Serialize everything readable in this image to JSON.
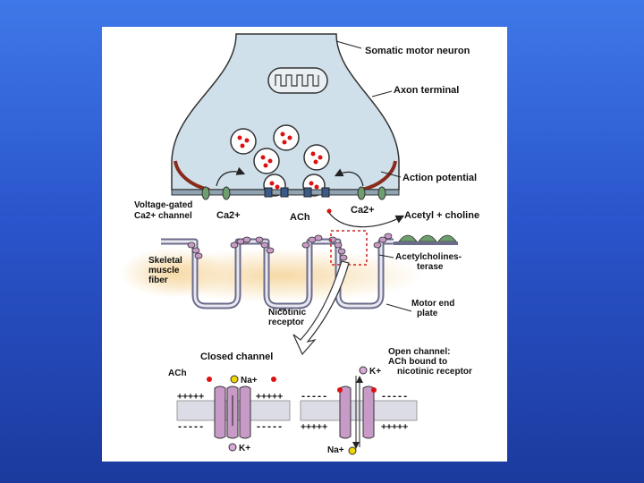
{
  "labels": {
    "somatic_motor_neuron": "Somatic motor neuron",
    "axon_terminal": "Axon terminal",
    "action_potential": "Action potential",
    "voltage_gated_1": "Voltage-gated",
    "voltage_gated_2": "Ca2+ channel",
    "ca_left": "Ca2+",
    "ach_top": "ACh",
    "ca_right": "Ca2+",
    "acetyl_choline": "Acetyl + choline",
    "skeletal_1": "Skeletal",
    "skeletal_2": "muscle",
    "skeletal_3": "fiber",
    "ache_1": "Acetylcholines-",
    "ache_2": "terase",
    "nicotinic_1": "Nicotinic",
    "nicotinic_2": "receptor",
    "motor_end_1": "Motor end",
    "motor_end_2": "plate",
    "closed_channel": "Closed channel",
    "ach_closed": "ACh",
    "na_closed": "Na+",
    "k_closed": "K+",
    "open_1": "Open channel:",
    "open_2": "ACh bound to",
    "open_3": "nicotinic receptor",
    "k_open": "K+",
    "na_open": "Na+",
    "plus": "+++++",
    "minus": "-----",
    "plus_short": "+++++"
  },
  "colors": {
    "neuron_fill": "#cfe0ea",
    "membrane": "#6b6b8a",
    "receptor": "#c89ac8",
    "vesicle_dot": "#dd1111",
    "sodium": "#f0d400",
    "potassium": "#d9a8d9",
    "channel_green": "#6e9e6e",
    "plate_glow": "#f6dcae",
    "action_potential": "#8a2a1a"
  }
}
